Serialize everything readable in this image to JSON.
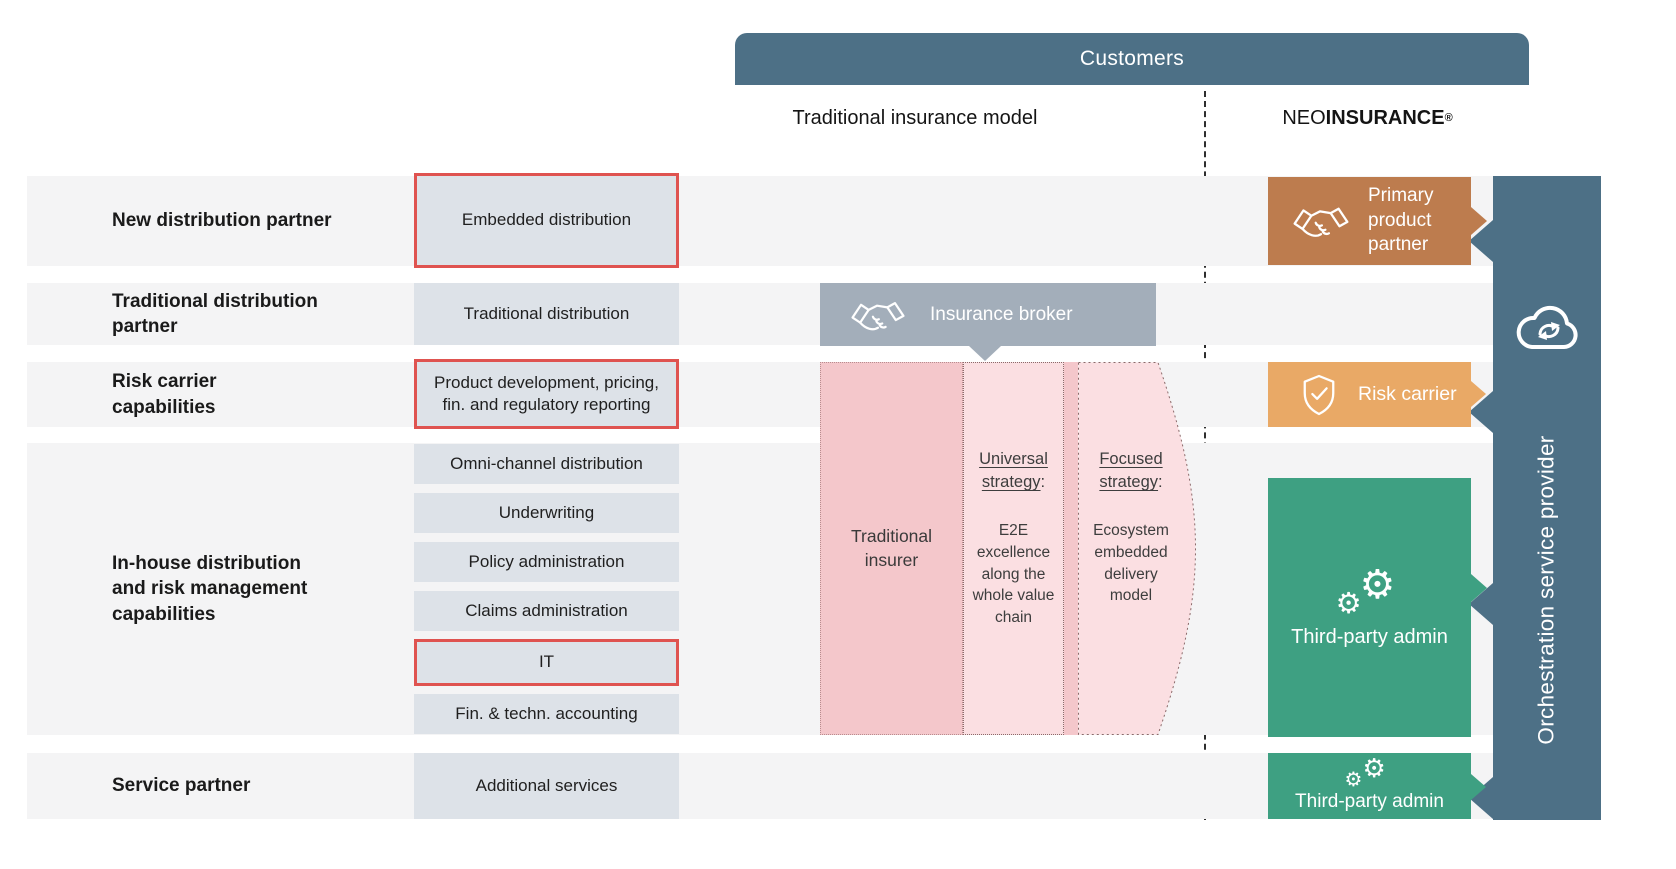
{
  "title_bar": {
    "customers": "Customers"
  },
  "columns": {
    "traditional": "Traditional insurance model",
    "neo_normal": "NEO",
    "neo_bold": "INSURANCE",
    "neo_mark": "®"
  },
  "rows": {
    "new_distribution": "New distribution partner",
    "traditional_distribution": "Traditional distribution partner",
    "risk_carrier": "Risk carrier capabilities",
    "in_house": "In-house distribution and risk management capabilities",
    "service_partner": "Service partner"
  },
  "capabilities": {
    "embedded": "Embedded distribution",
    "traditional": "Traditional distribution",
    "product_dev": "Product development, pricing, fin. and regulatory reporting",
    "omni_channel": "Omni-channel distribution",
    "underwriting": "Underwriting",
    "policy_admin": "Policy administration",
    "claims_admin": "Claims administration",
    "it": "IT",
    "fin_accounting": "Fin. & techn. accounting",
    "additional_services": "Additional services"
  },
  "traditional_side": {
    "insurance_broker": "Insurance broker",
    "traditional_insurer": "Traditional insurer",
    "universal_title": "Universal strategy",
    "universal_colon": ":",
    "universal_body": "E2E excellence along the whole value chain",
    "focused_title": "Focused strategy",
    "focused_colon": ":",
    "focused_body": "Ecosystem embedded delivery model"
  },
  "neo_side": {
    "primary_product_partner": "Primary product partner",
    "risk_carrier": "Risk carrier",
    "third_party_admin_top": "Third-party admin",
    "third_party_admin_bottom": "Third-party admin",
    "orchestration_provider": "Orchestration service provider"
  },
  "icons": {
    "insurance_broker": "handshake-icon",
    "primary_product_partner": "handshake-icon",
    "risk_carrier": "shield-check-icon",
    "third_party_admin_top": "gears-icon",
    "third_party_admin_bottom": "gears-icon",
    "orchestration": "cloud-sync-icon"
  },
  "colors": {
    "slate_blue": "#4d7086",
    "row_band": "#f4f4f5",
    "capability_box": "#dde2e8",
    "highlight_red": "#df5350",
    "broker_gray": "#a3aeba",
    "insurer_pink": "#f4c7cb",
    "strategy_pink": "#fbdfe2",
    "partner_brown": "#bd7c4e",
    "carrier_orange": "#e9a966",
    "admin_green": "#3ea082"
  }
}
